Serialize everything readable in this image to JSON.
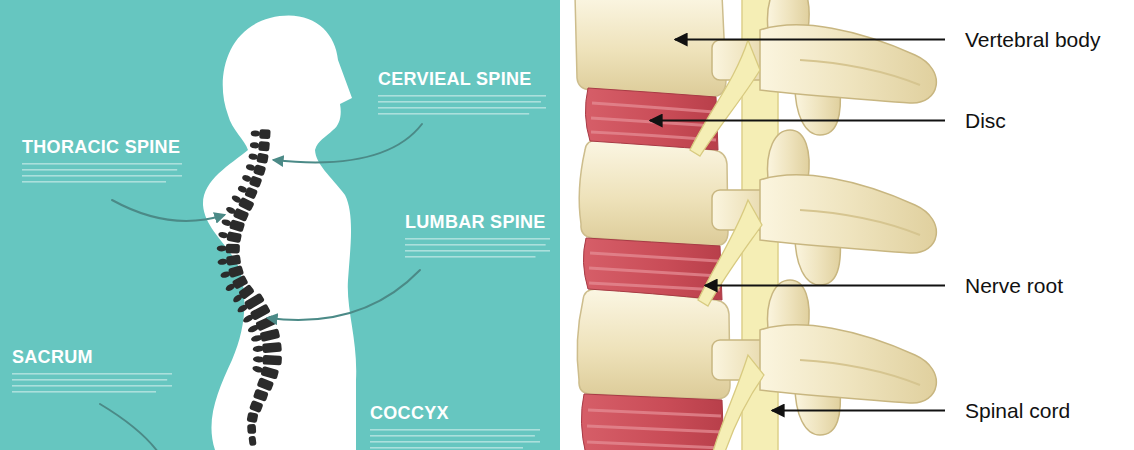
{
  "diagram": {
    "labels": [
      "CERVIEAL SPINE",
      "THORACIC SPINE",
      "LUMBAR SPINE",
      "SACRUM",
      "COCCYX",
      "Vertebral body",
      "Disc",
      "Nerve root",
      "Spinal cord"
    ]
  }
}
